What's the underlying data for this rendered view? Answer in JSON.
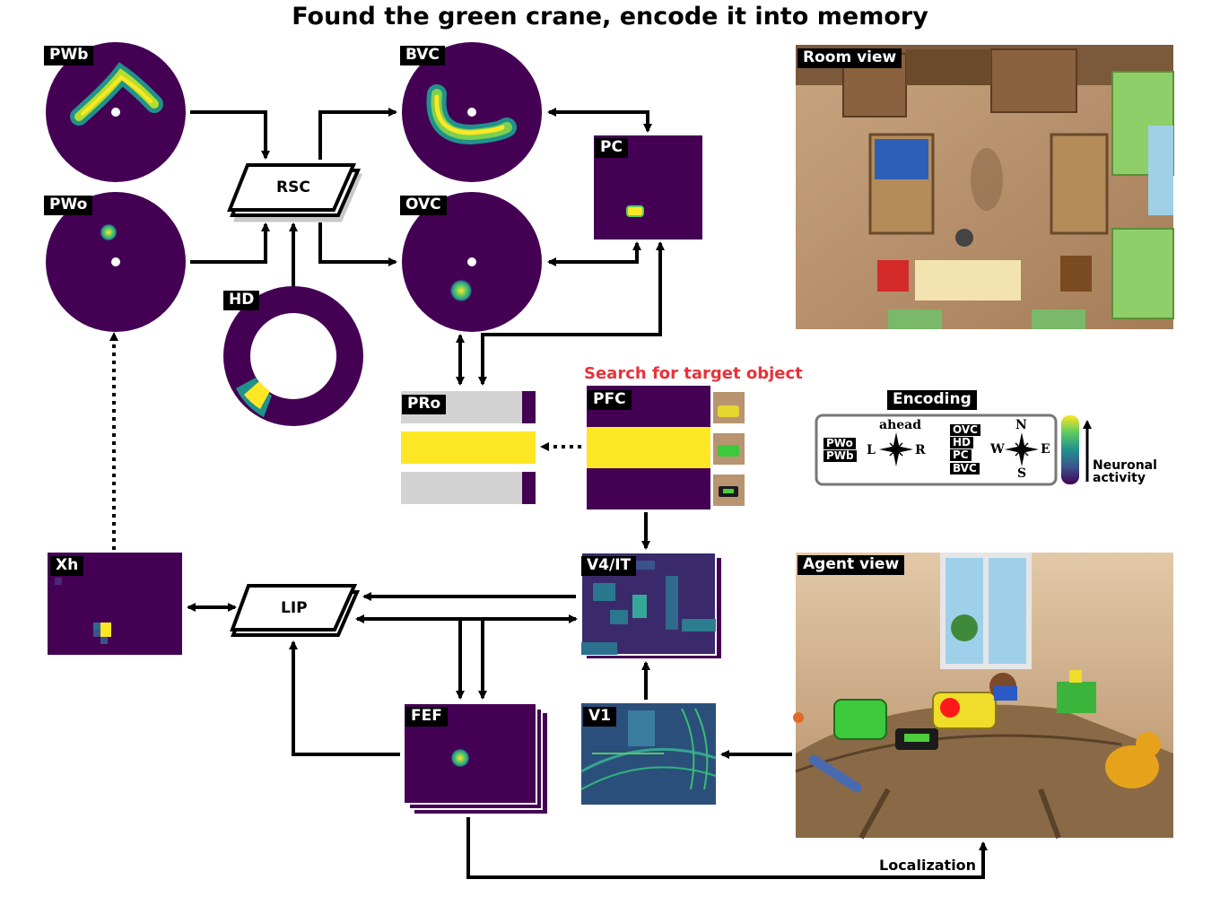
{
  "title": "Found the green crane, encode it into memory",
  "panels": {
    "pwb": "PWb",
    "pwo": "PWo",
    "bvc": "BVC",
    "ovc": "OVC",
    "pc": "PC",
    "hd": "HD",
    "rsc": "RSC",
    "pro": "PRo",
    "pfc": "PFC",
    "xh": "Xh",
    "lip": "LIP",
    "v4it": "V4/IT",
    "fef": "FEF",
    "v1": "V1",
    "room_view": "Room view",
    "agent_view": "Agent view"
  },
  "labels": {
    "search": "Search for target object",
    "localization": "Localization",
    "encoding": "Encoding",
    "ahead": "ahead",
    "left": "L",
    "right": "R",
    "north": "N",
    "south": "S",
    "west": "W",
    "east": "E",
    "ego_list": [
      "PWo",
      "PWb"
    ],
    "allo_list": [
      "OVC",
      "HD",
      "PC",
      "BVC"
    ],
    "neuronal": "Neuronal",
    "activity": "activity"
  },
  "colors": {
    "viridis_low": "#440154",
    "viridis_mid": "#21918c",
    "viridis_high": "#fde725",
    "pro_gray": "#d3d3d3",
    "search_red": "#e8323a"
  },
  "pro_activity": [
    0.0,
    1.0,
    0.0
  ],
  "pfc_activity": [
    0.0,
    1.0,
    0.0
  ]
}
